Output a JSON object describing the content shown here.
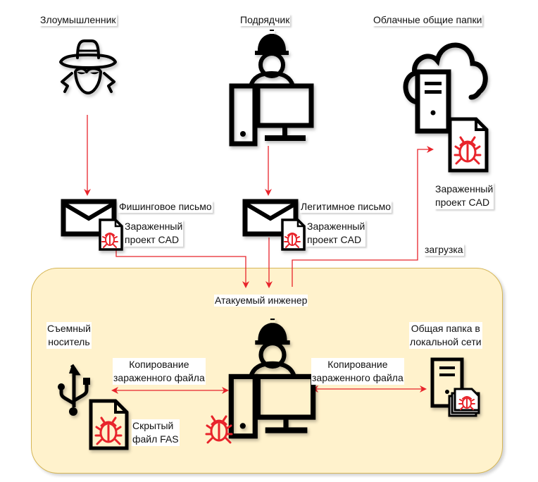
{
  "colors": {
    "arrow": "#e8242b",
    "bug": "#e8242b",
    "group_fill": "#fff2cc",
    "group_border": "#d6b656",
    "icon": "#000000"
  },
  "actors": {
    "attacker": {
      "label": "Злоумышленник",
      "icon": "spy-icon"
    },
    "contractor": {
      "label": "Подрядчик",
      "icon": "worker-computer-icon"
    },
    "cloud": {
      "label": "Облачные общие папки",
      "icon": "cloud-server-icon"
    }
  },
  "emails": {
    "phishing": {
      "label": "Фишинговое письмо",
      "attachment": "Зараженный\nпроект CAD"
    },
    "legit": {
      "label": "Легитимное письмо",
      "attachment": "Зараженный\nпроект CAD"
    }
  },
  "cloud_file": {
    "label": "Зараженный\nпроект CAD"
  },
  "upload_label": "загрузка",
  "group": {
    "title": "Атакуемый инженер",
    "removable": {
      "label": "Съемный\nноситель",
      "icon": "usb-icon"
    },
    "hidden_file": {
      "label": "Скрытый\nфайл FAS"
    },
    "copy_left": "Копирование\nзараженного файла",
    "copy_right": "Копирование\nзараженного файла",
    "lan_share": {
      "label": "Общая папка в\nлокальной сети",
      "icon": "server-files-icon"
    }
  }
}
